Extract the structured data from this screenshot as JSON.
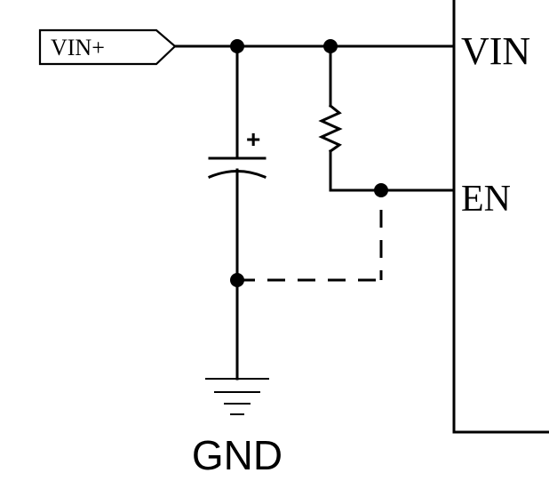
{
  "schematic": {
    "input_label": "VIN+",
    "pins": {
      "vin": "VIN",
      "en": "EN"
    },
    "capacitor_polarity": "+",
    "ground_label": "GND",
    "colors": {
      "line": "#000000",
      "background": "#ffffff"
    },
    "icons": {
      "input_port": "pentagon-port-icon",
      "resistor": "zigzag-resistor-icon",
      "capacitor": "polarized-capacitor-icon",
      "ground": "ground-icon",
      "junction": "dot-junction-icon"
    }
  }
}
